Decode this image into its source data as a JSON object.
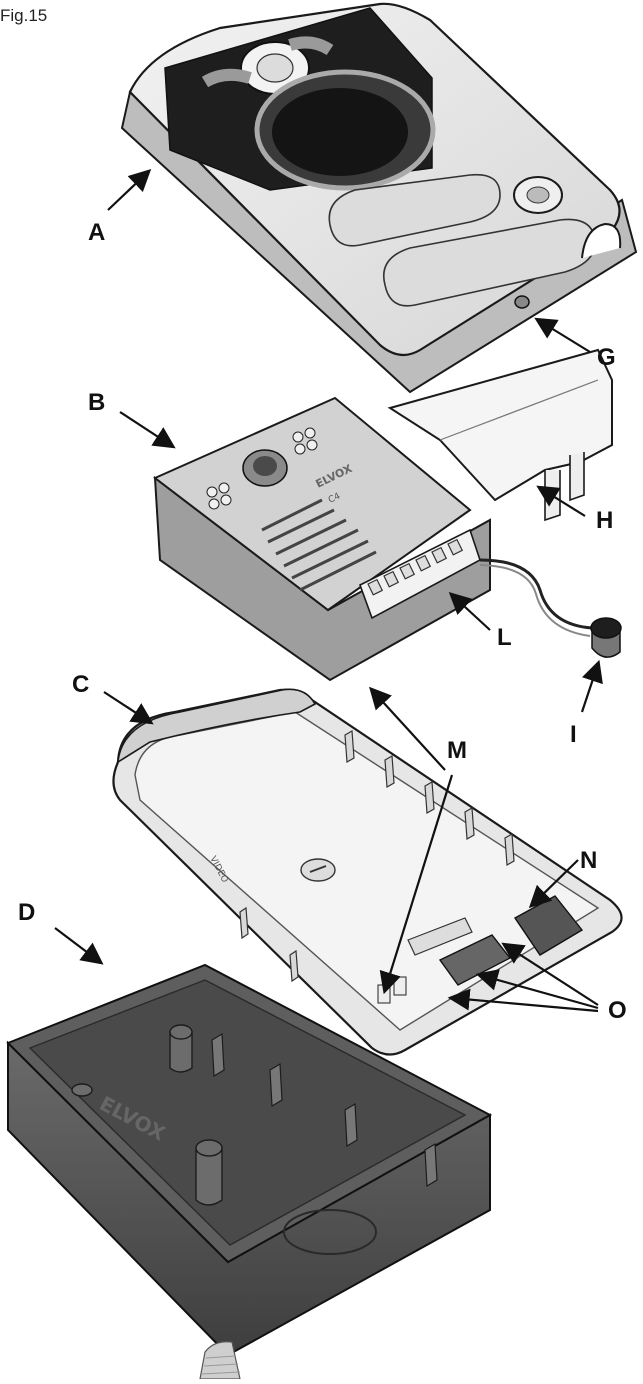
{
  "figure": {
    "title": "Fig.15"
  },
  "callouts": {
    "A": "A",
    "B": "B",
    "C": "C",
    "D": "D",
    "G": "G",
    "H": "H",
    "I": "I",
    "L": "L",
    "M": "M",
    "N": "N",
    "O": "O"
  },
  "markings": {
    "logo_pcb": "ELVOX",
    "pcb_code": "C4",
    "video_label": "VIDEO",
    "logo_box": "ELVOX"
  },
  "colors": {
    "outline": "#1a1a1a",
    "plastic_light": "#e9e9e9",
    "plastic_mid": "#cfcfcf",
    "panel_dark": "#1e1e1e",
    "box_dark": "#5e5e5e",
    "box_darker": "#444444"
  }
}
